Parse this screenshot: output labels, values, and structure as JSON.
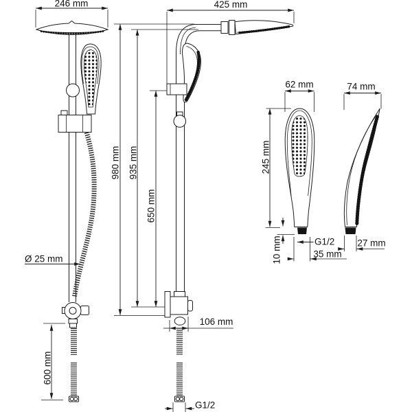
{
  "drawing": {
    "type": "technical-dimension-diagram",
    "subject": "shower column set with overhead shower and hand shower",
    "colors": {
      "background": "#ffffff",
      "line": "#1c1c1c",
      "text": "#111111"
    },
    "labels": {
      "overhead_width": "246 mm",
      "arm_reach": "425 mm",
      "total_height": "980 mm",
      "column_height": "935 mm",
      "lower_height": "650 mm",
      "rail_diameter": "Ø 25 mm",
      "supply_hose_length": "600 mm",
      "wall_projection": "106 mm",
      "supply_thread": "G1/2",
      "hand_width": "62 mm",
      "hand_depth": "74 mm",
      "hand_length": "245 mm",
      "nut_height": "10 mm",
      "hand_thread": "G1/2",
      "handle_width": "35 mm",
      "handle_depth": "27 mm"
    }
  }
}
